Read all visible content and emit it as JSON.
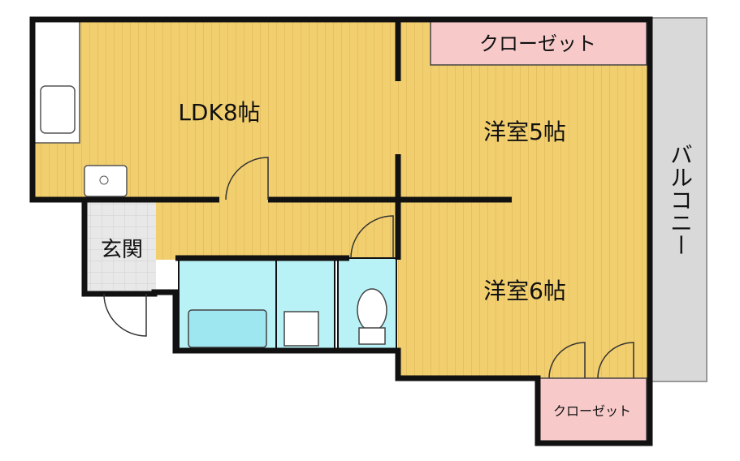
{
  "floor_plan": {
    "rooms": {
      "ldk": {
        "label": "LDK8帖"
      },
      "western5": {
        "label": "洋室5帖"
      },
      "western6": {
        "label": "洋室6帖"
      },
      "entrance": {
        "label": "玄関"
      },
      "balcony": {
        "label": "バルコニー"
      },
      "closet_top": {
        "label": "クローゼット"
      },
      "closet_bottom": {
        "label": "クローゼット"
      }
    },
    "colors": {
      "floor_wood": "#f2cf6e",
      "floor_grain": "#e3b95a",
      "wet_area": "#b8f2f7",
      "closet": "#f7c9c9",
      "entrance_tile": "#e6e6e6",
      "balcony": "#d6d6d6",
      "wall": "#111111"
    }
  }
}
